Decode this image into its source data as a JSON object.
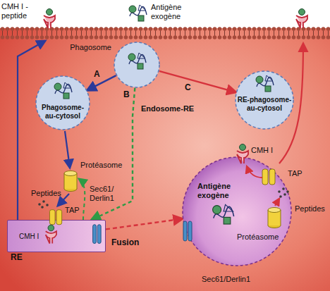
{
  "diagram": {
    "nodes": [
      {
        "text": [
          "Phagosome"
        ]
      },
      {
        "text": [
          "Phagosome-au-cytosol"
        ]
      },
      {
        "text": [
          "RE-phagosome-au-cytosol"
        ]
      },
      {
        "text": [
          "CMH I",
          "RE"
        ]
      },
      {
        "text": [
          "Antigène exogène"
        ]
      }
    ],
    "edges": [
      {
        "from": 0,
        "to": 1,
        "arrow": "to",
        "label": "A"
      },
      {
        "from": 0,
        "to": 3,
        "arrow": "to",
        "label": "B"
      },
      {
        "from": 0,
        "to": 2,
        "arrow": "to",
        "label": "C"
      },
      {
        "from": 3,
        "to": 4,
        "arrow": "to",
        "label": "Fusion"
      }
    ],
    "labels": [
      "CMH I - peptide",
      "Antigène exogène",
      "Endosome-RE",
      "Protéasome",
      "Peptides",
      "Sec61/ Derlin1",
      "TAP",
      "CMH I",
      "TAP",
      "Peptides",
      "Protéasome",
      "Sec61/Derlin1"
    ]
  }
}
